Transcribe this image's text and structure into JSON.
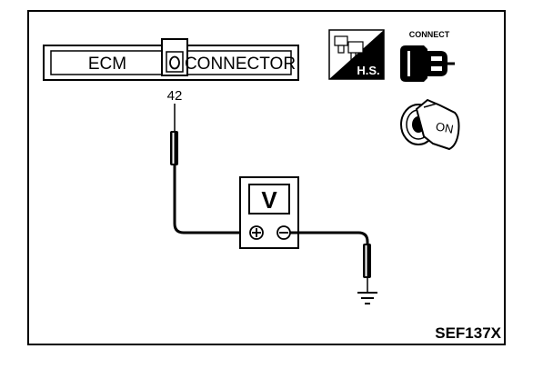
{
  "connector": {
    "ecm_label": "ECM",
    "connector_label": "CONNECTOR",
    "pin_number": "42"
  },
  "meter": {
    "symbol": "V",
    "positive_terminal": "⊕",
    "negative_terminal": "⊖"
  },
  "icons": {
    "harness_side_label": "H.S.",
    "connect_label": "CONNECT",
    "ignition_label": "ON"
  },
  "figure_code": "SEF137X"
}
